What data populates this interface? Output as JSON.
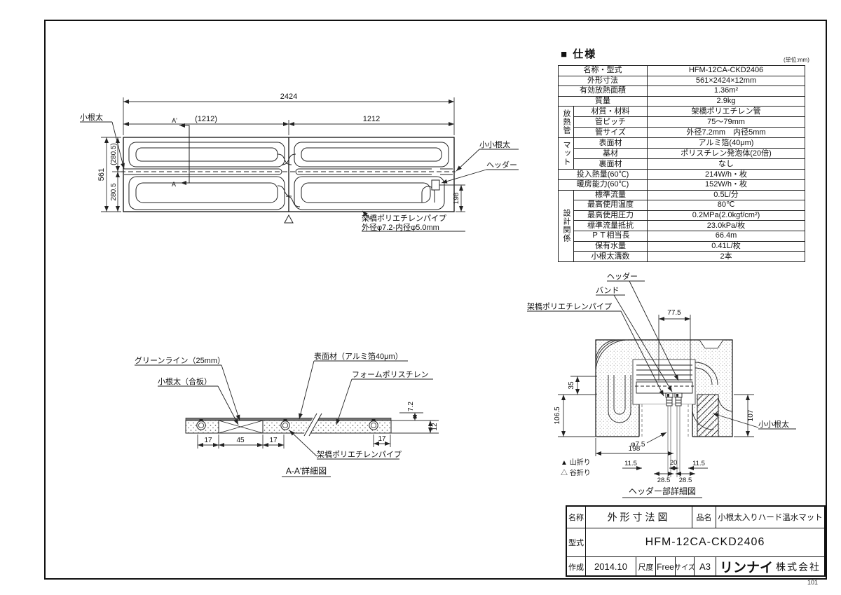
{
  "page": {
    "corner_number": "101"
  },
  "spec": {
    "title": "■ 仕様",
    "unit_note": "(単位:mm)",
    "rows": [
      {
        "label": "名称・型式",
        "value": "HFM-12CA-CKD2406"
      },
      {
        "label": "外形寸法",
        "value": "561×2424×12mm"
      },
      {
        "label": "有効放熱面積",
        "value": "1.36m²"
      },
      {
        "label": "質量",
        "value": "2.9kg"
      },
      {
        "group": "放熱管",
        "label": "材質・材料",
        "value": "架橋ポリエチレン管"
      },
      {
        "label": "管ピッチ",
        "value": "75〜79mm"
      },
      {
        "label": "管サイズ",
        "value": "外径7.2mm　内径5mm"
      },
      {
        "group": "マット",
        "label": "表面材",
        "value": "アルミ箔(40μm)"
      },
      {
        "label": "基材",
        "value": "ポリスチレン発泡体(20倍)"
      },
      {
        "label": "裏面材",
        "value": "なし"
      },
      {
        "label": "投入熱量(60℃)",
        "value": "214W/h・枚"
      },
      {
        "label": "暖房能力(60℃)",
        "value": "152W/h・枚"
      },
      {
        "group": "設計関係",
        "label": "標準流量",
        "value": "0.5L/分"
      },
      {
        "label": "最高使用温度",
        "value": "80℃"
      },
      {
        "label": "最高使用圧力",
        "value": "0.2MPa(2.0kgf/cm²)"
      },
      {
        "label": "標準流量抵抗",
        "value": "23.0kPa/枚"
      },
      {
        "label": "ＰＴ相当長",
        "value": "66.4m"
      },
      {
        "label": "保有水量",
        "value": "0.41L/枚"
      },
      {
        "label": "小根太溝数",
        "value": "2本"
      }
    ]
  },
  "plan": {
    "dims": {
      "overall_width": "2424",
      "left_width": "(1212)",
      "right_width": "1212",
      "height": "561",
      "top_height": "(280.5)",
      "bottom_height": "280.5",
      "header_offset": "198"
    },
    "labels": {
      "konedata": "小根太",
      "ko_konedata": "小小根太",
      "header": "ヘッダー",
      "section_top": "A'",
      "section_bottom": "A"
    },
    "note": {
      "line1": "架橋ポリエチレンパイプ",
      "line2": "外径φ7.2-内径φ5.0mm"
    }
  },
  "section": {
    "labels": {
      "green_line": "グリーンライン（25mm）",
      "konedata": "小根太（合板）",
      "surface": "表面材（アルミ箔40μm）",
      "foam": "フォームポリスチレン",
      "pipe": "架橋ポリエチレンパイプ"
    },
    "dims": {
      "d17a": "17",
      "d45": "45",
      "d17b": "17",
      "d17c": "17",
      "d72": "7.2",
      "d12": "12"
    },
    "caption": "A-A'詳細図"
  },
  "header_detail": {
    "labels": {
      "header": "ヘッダー",
      "band": "バンド",
      "pipe": "架橋ポリエチレンパイプ",
      "ko_konedata": "小小根太"
    },
    "dims": {
      "d775": "77.5",
      "d35": "35",
      "d1065": "106.5",
      "d107": "107",
      "d75": "φ7.5",
      "d198": "198",
      "d115a": "11.5",
      "d20": "20",
      "d115b": "11.5",
      "d285a": "28.5",
      "d285b": "28.5"
    },
    "legend": {
      "mountain": "▲ 山折り",
      "valley": "△ 谷折り"
    },
    "caption": "ヘッダー部詳細図"
  },
  "title_block": {
    "name_label": "名称",
    "name_value": "外形寸法図",
    "item_label": "品名",
    "item_value": "小根太入りハード温水マット",
    "model_label": "型式",
    "model_value": "HFM-12CA-CKD2406",
    "date_label": "作成",
    "date_value": "2014.10",
    "scale_label": "尺度",
    "scale_value": "Free",
    "size_label": "サイズ",
    "size_value": "A3",
    "company_logo": "リンナイ",
    "company_suffix": "株式会社"
  }
}
